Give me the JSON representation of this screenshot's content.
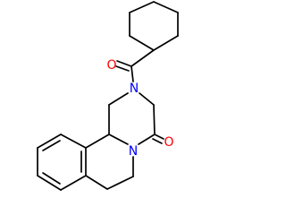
{
  "structure": {
    "atom_labels": {
      "amide_oxygen": "O",
      "amine_nitrogen": "N",
      "ring_nitrogen": "N",
      "lactam_oxygen": "O"
    },
    "colors": {
      "bond": "#000000",
      "oxygen": "#ff0000",
      "nitrogen": "#0000ff"
    }
  }
}
